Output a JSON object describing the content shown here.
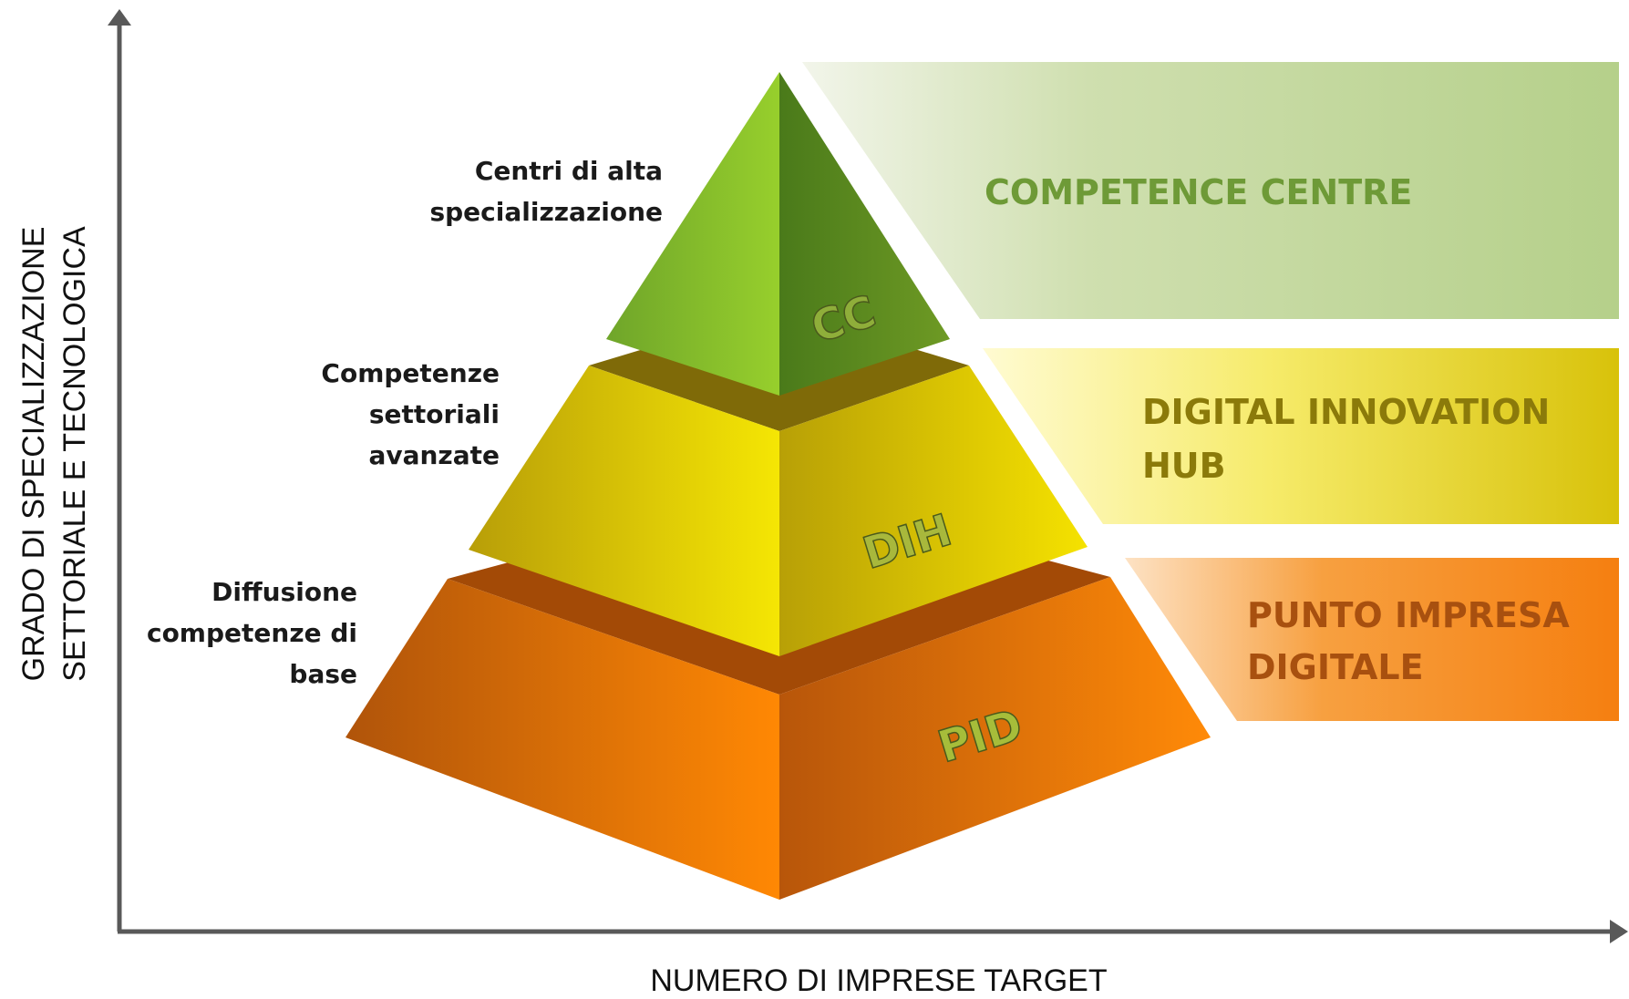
{
  "axes": {
    "y_label_line1": "GRADO DI SPECIALIZZAZIONE",
    "y_label_line2": "SETTORIALE E  TECNOLOGICA",
    "x_label": "NUMERO DI IMPRESE TARGET"
  },
  "levels": [
    {
      "code": "CC",
      "description_lines": [
        "Centri di alta",
        "specializzazione"
      ],
      "band_lines": [
        "COMPETENCE CENTRE"
      ],
      "colors": {
        "left_face": "#8cc43a",
        "right_face": "#4f7a1d",
        "band": "#b9d08a",
        "band_text": "#6e9a37"
      }
    },
    {
      "code": "DIH",
      "description_lines": [
        "Competenze",
        "settoriali",
        "avanzate"
      ],
      "band_lines": [
        "DIGITAL INNOVATION",
        "HUB"
      ],
      "colors": {
        "left_face": "#e9dc10",
        "right_face": "#c0a90a",
        "band": "#e9d63a",
        "band_text": "#8b7a0a"
      }
    },
    {
      "code": "PID",
      "description_lines": [
        "Diffusione",
        "competenze di",
        "base"
      ],
      "band_lines": [
        "PUNTO IMPRESA",
        "DIGITALE"
      ],
      "colors": {
        "left_face": "#ef7f12",
        "right_face": "#c85f0a",
        "band": "#f5841e",
        "band_text": "#a8500f"
      }
    }
  ],
  "colors": {
    "axis": "#595959",
    "face_text": "#9bb83a"
  }
}
